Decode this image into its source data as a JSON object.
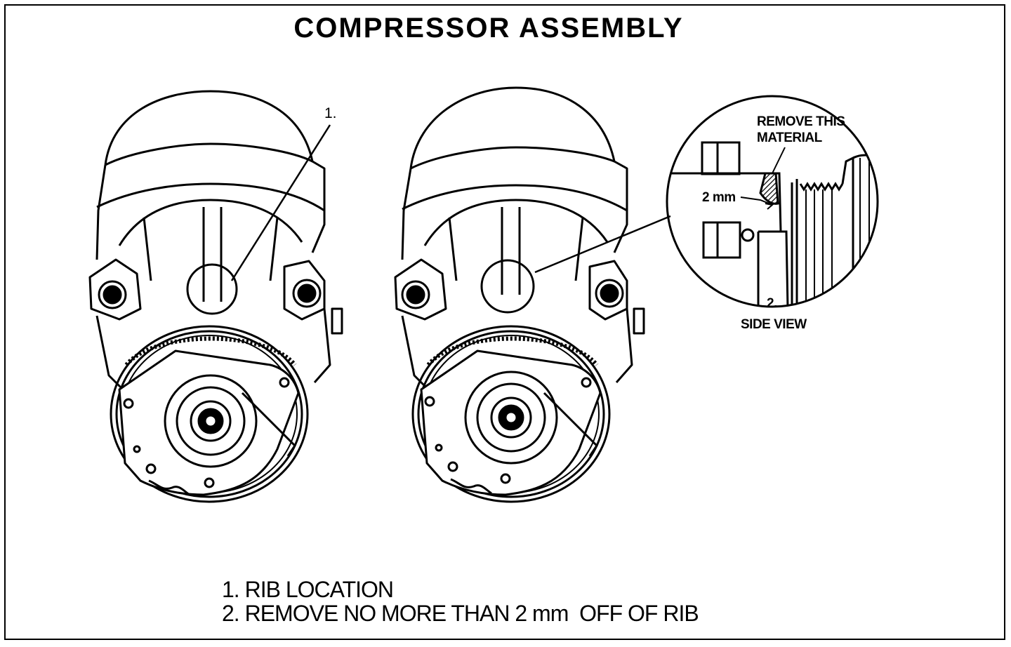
{
  "title": "COMPRESSOR ASSEMBLY",
  "callouts": {
    "rib": "1.",
    "side_view_number": "2.",
    "side_view": "SIDE VIEW",
    "remove_line1": "REMOVE THIS",
    "remove_line2": "MATERIAL",
    "dimension": "2 mm"
  },
  "legend": [
    "1. RIB LOCATION",
    "2. REMOVE NO MORE THAN 2 mm  OFF OF RIB"
  ]
}
